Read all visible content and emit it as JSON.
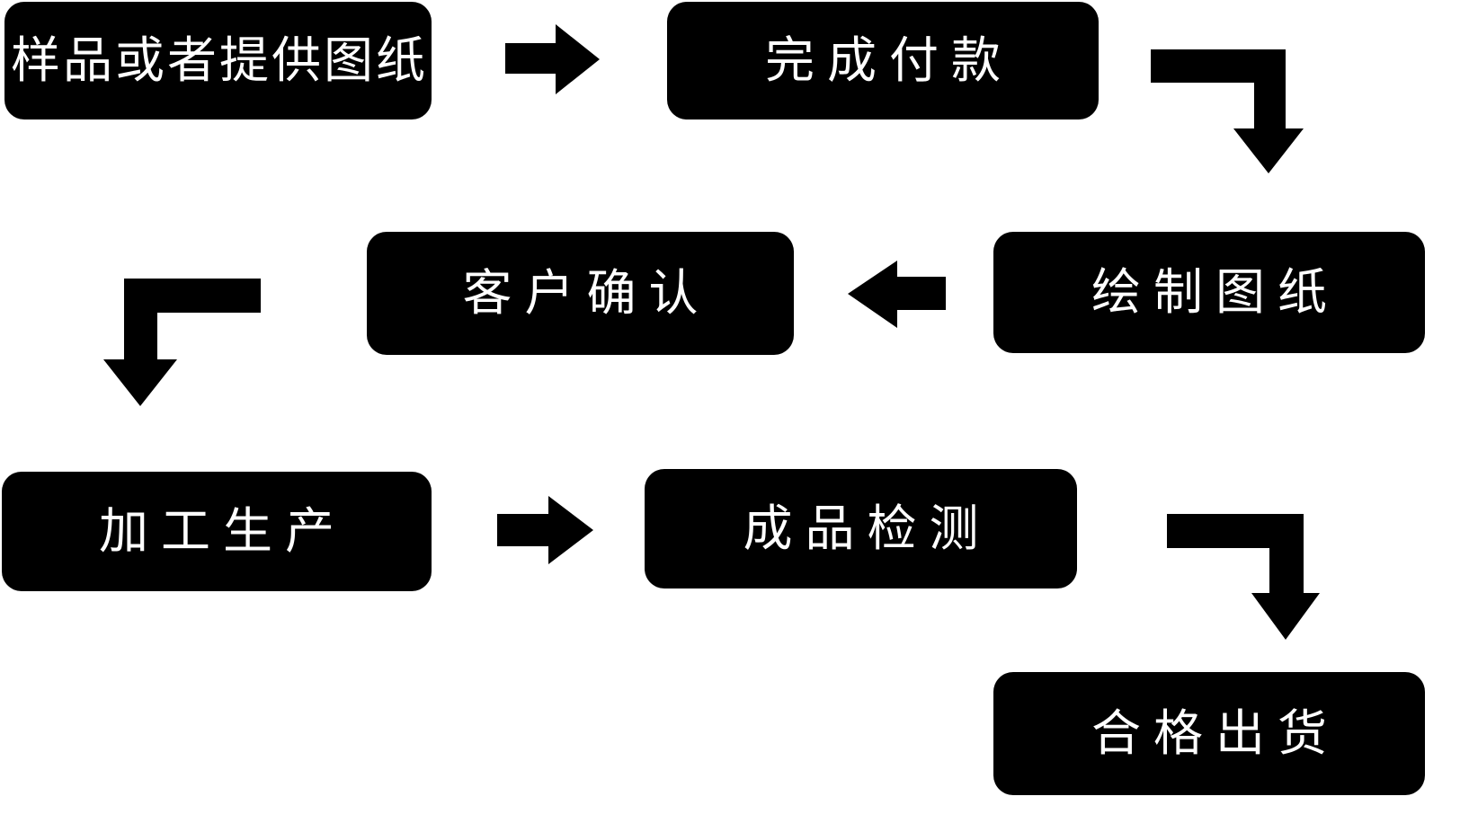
{
  "diagram": {
    "type": "flowchart",
    "title": "",
    "background_color": "#ffffff",
    "node_fill_color": "#000000",
    "node_text_color": "#ffffff",
    "arrow_color": "#000000",
    "nodes": [
      {
        "id": "step1",
        "label": "样品或者提供图纸"
      },
      {
        "id": "step2",
        "label": "完成付款"
      },
      {
        "id": "step3",
        "label": "绘制图纸"
      },
      {
        "id": "step4",
        "label": "客户确认"
      },
      {
        "id": "step5",
        "label": "加工生产"
      },
      {
        "id": "step6",
        "label": "成品检测"
      },
      {
        "id": "step7",
        "label": "合格出货"
      }
    ],
    "edges": [
      {
        "from": "step1",
        "to": "step2",
        "shape": "right-arrow"
      },
      {
        "from": "step2",
        "to": "step3",
        "shape": "elbow-down-right-arrow"
      },
      {
        "from": "step3",
        "to": "step4",
        "shape": "left-arrow"
      },
      {
        "from": "step4",
        "to": "step5",
        "shape": "elbow-down-left-arrow"
      },
      {
        "from": "step5",
        "to": "step6",
        "shape": "right-arrow"
      },
      {
        "from": "step6",
        "to": "step7",
        "shape": "elbow-down-right-arrow"
      }
    ]
  }
}
